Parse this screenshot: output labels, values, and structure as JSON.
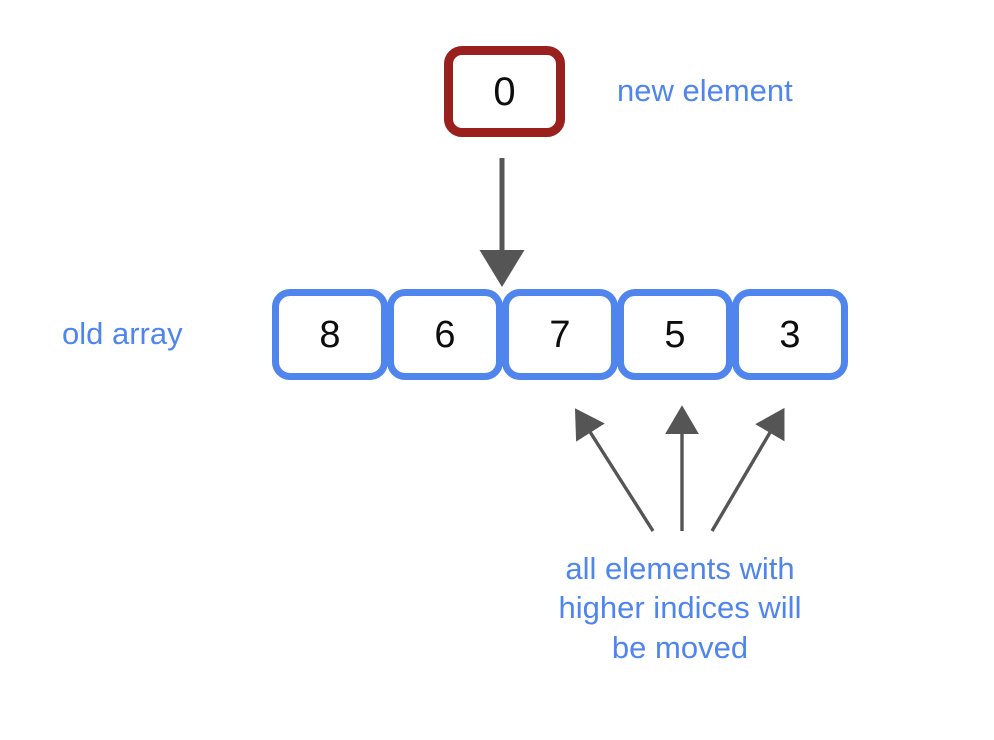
{
  "diagram": {
    "title": "array insertion diagram",
    "background_color": "#ffffff",
    "accent_blue": "#4f85ec",
    "accent_red": "#99201c",
    "arrow_gray": "#555555",
    "value_color": "#0d0d0d"
  },
  "new_element": {
    "label": "new element",
    "value": "0",
    "border_color": "#99201c"
  },
  "old_array": {
    "label": "old array",
    "cells": [
      {
        "value": "8",
        "index": "0"
      },
      {
        "value": "6",
        "index": "1"
      },
      {
        "value": "7",
        "index": "2"
      },
      {
        "value": "5",
        "index": "3"
      },
      {
        "value": "3",
        "index": "4"
      }
    ],
    "border_color": "#4f85ec"
  },
  "caption": {
    "text": "all elements with higher indices will be moved",
    "line1": "all elements with",
    "line2": "higher indices will",
    "line3": "be moved",
    "color": "#4f85ec"
  },
  "arrows": {
    "insert_arrow": {
      "name": "insert-down-arrow",
      "direction": "down",
      "from": "new element box",
      "to": "array cell index 2"
    },
    "move_arrows": [
      {
        "name": "move-arrow-left",
        "direction": "up-left",
        "target_cell_value": "7"
      },
      {
        "name": "move-arrow-center",
        "direction": "up",
        "target_cell_value": "5"
      },
      {
        "name": "move-arrow-right",
        "direction": "up-right",
        "target_cell_value": "3"
      }
    ],
    "color": "#555555"
  }
}
